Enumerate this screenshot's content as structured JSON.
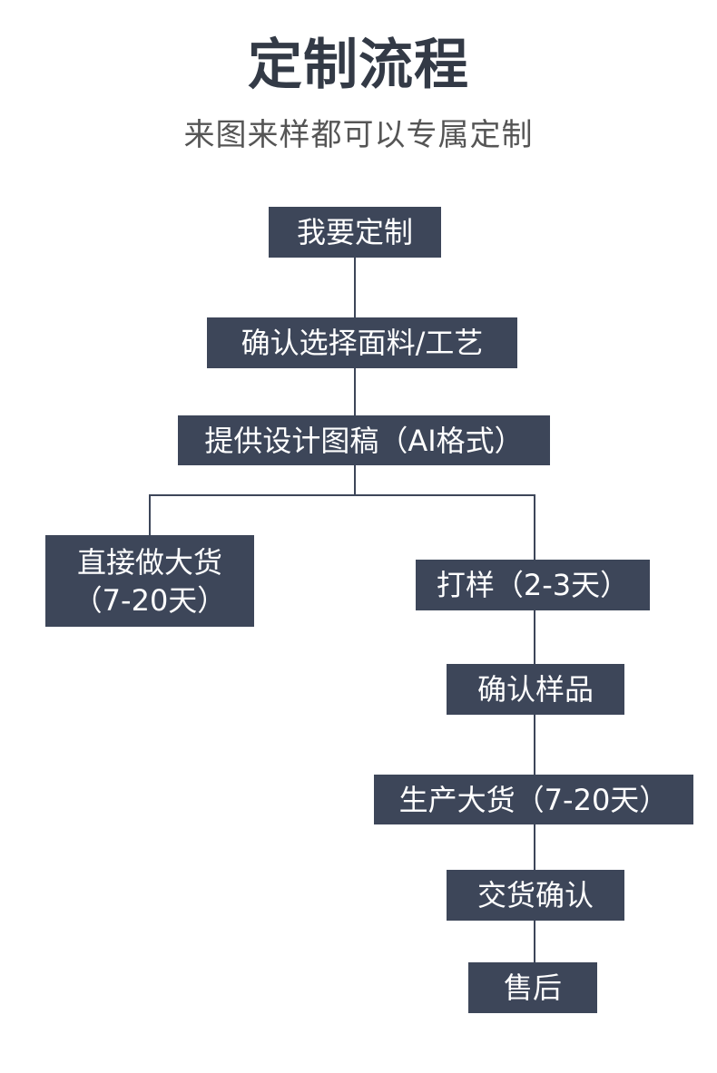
{
  "title": "定制流程",
  "subtitle": "来图来样都可以专属定制",
  "nodes": {
    "start": "我要定制",
    "material": "确认选择面料/工艺",
    "design": "提供设计图稿（AI格式）",
    "direct_line1": "直接做大货",
    "direct_line2": "（7-20天）",
    "sample": "打样（2-3天）",
    "confirm_sample": "确认样品",
    "production": "生产大货（7-20天）",
    "delivery": "交货确认",
    "after_sales": "售后"
  },
  "colors": {
    "node_fill": "#3d4659",
    "node_text": "#ffffff",
    "title": "#333a46",
    "subtitle": "#555555"
  }
}
